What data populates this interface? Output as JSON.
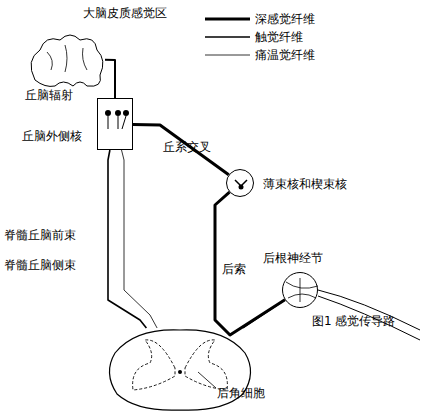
{
  "diagram": {
    "caption": "图1 感觉传导路",
    "nodes": [
      {
        "text": [
          "大脑皮质感觉区"
        ]
      },
      {
        "text": [
          "丘脑外侧核"
        ]
      },
      {
        "text": [
          "薄束核和楔束核"
        ]
      },
      {
        "text": [
          "后根神经节"
        ]
      },
      {
        "text": [
          "后角细胞"
        ]
      }
    ],
    "edges": [
      {
        "from": 1,
        "to": 0,
        "label": "丘脑辐射",
        "arrow": "none"
      },
      {
        "from": 2,
        "to": 1,
        "label": "丘系交叉",
        "arrow": "none"
      },
      {
        "from": 3,
        "to": 2,
        "label": "后索",
        "arrow": "none"
      },
      {
        "from": 4,
        "to": 1,
        "label": "脊髓丘脑前束",
        "arrow": "none"
      },
      {
        "from": 4,
        "to": 1,
        "label": "脊髓丘脑侧束",
        "arrow": "none"
      },
      {
        "from": 3,
        "to": 4,
        "arrow": "none"
      }
    ],
    "legend": [
      {
        "text": "深感觉纤维"
      },
      {
        "text": "触觉纤维"
      },
      {
        "text": "痛温觉纤维"
      }
    ]
  }
}
